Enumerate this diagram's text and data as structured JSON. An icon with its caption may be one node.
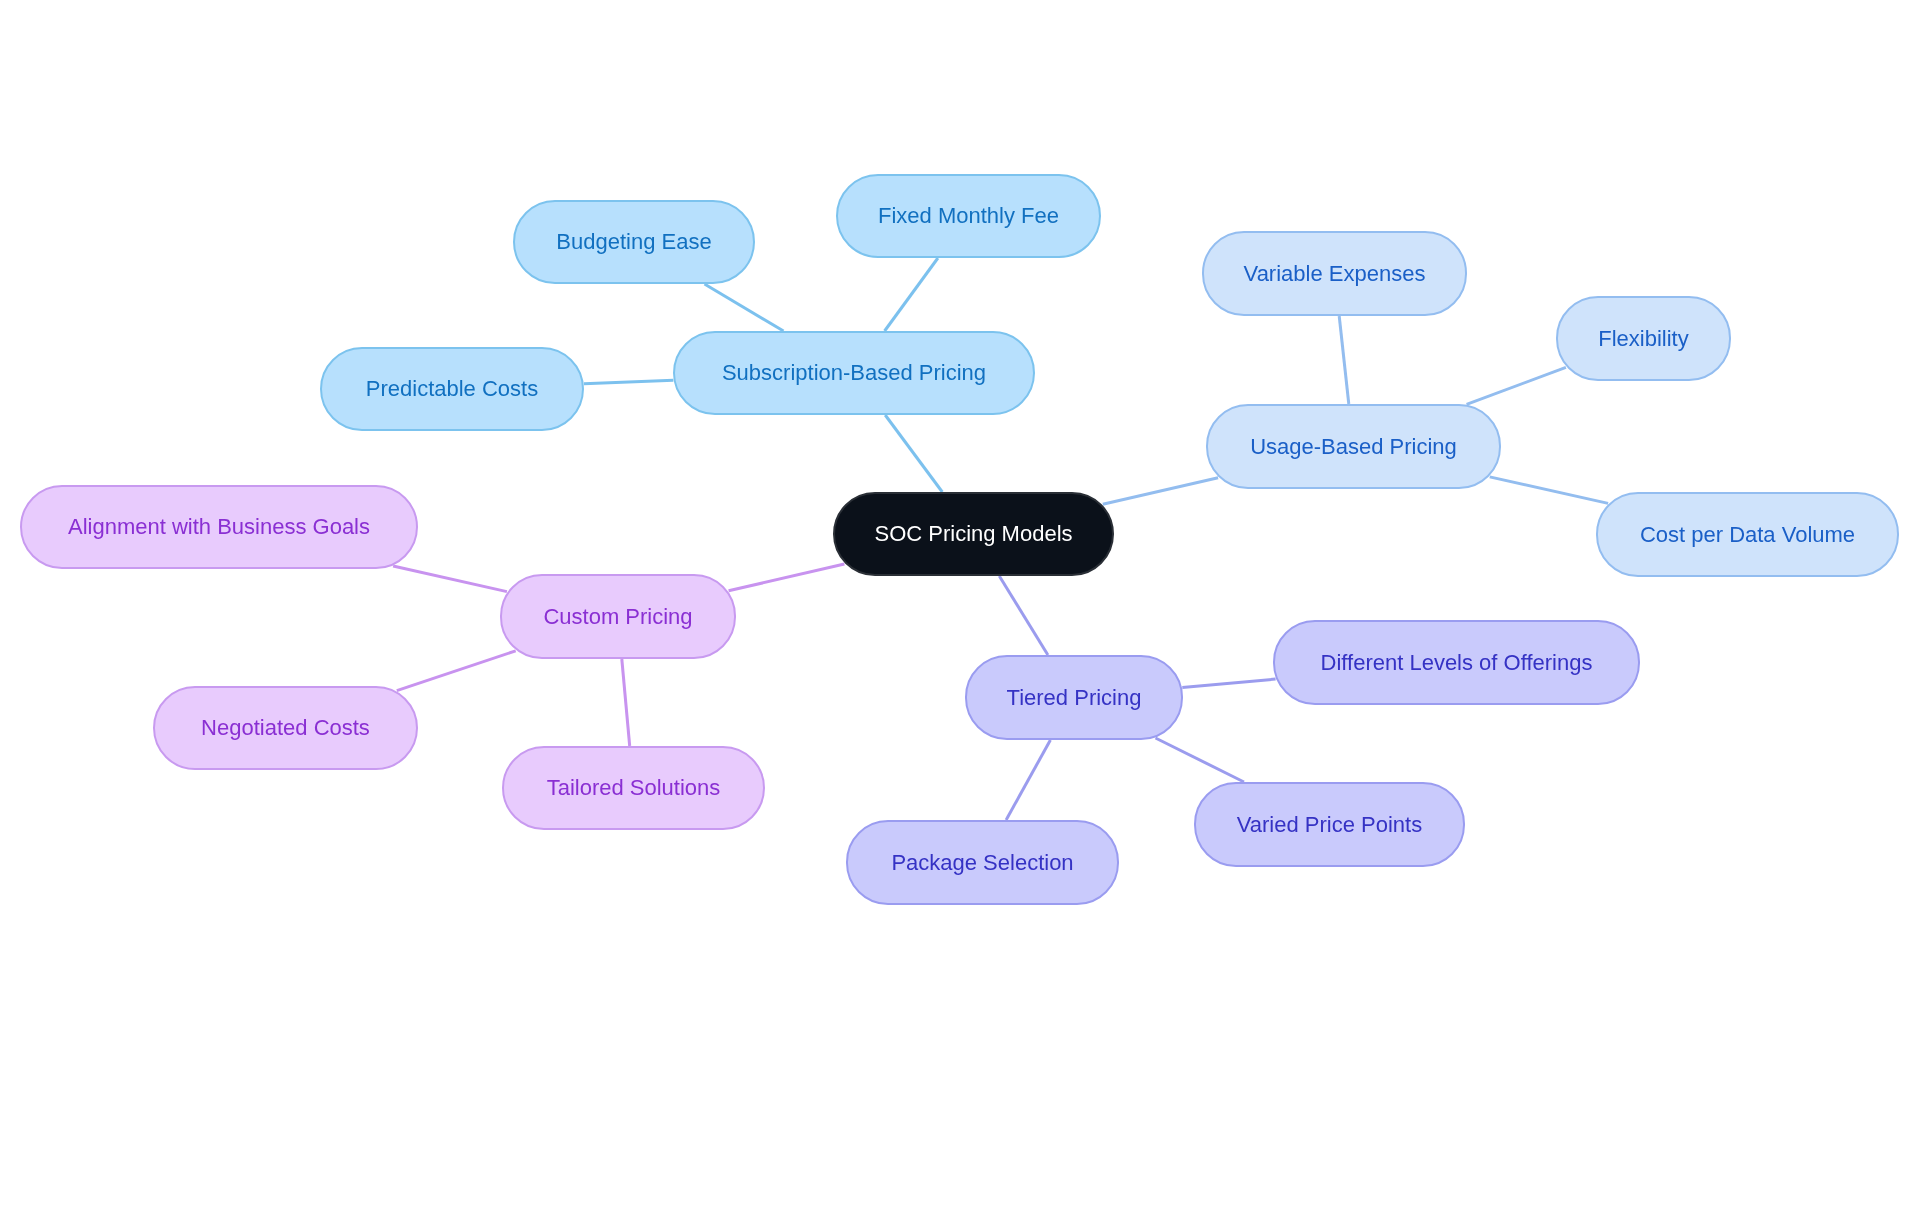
{
  "diagram": {
    "nodes": [
      {
        "text": [
          "SOC Pricing Models"
        ]
      },
      {
        "text": [
          "Subscription-Based Pricing"
        ]
      },
      {
        "text": [
          "Budgeting Ease"
        ]
      },
      {
        "text": [
          "Fixed Monthly Fee"
        ]
      },
      {
        "text": [
          "Predictable Costs"
        ]
      },
      {
        "text": [
          "Usage-Based Pricing"
        ]
      },
      {
        "text": [
          "Variable Expenses"
        ]
      },
      {
        "text": [
          "Flexibility"
        ]
      },
      {
        "text": [
          "Cost per Data Volume"
        ]
      },
      {
        "text": [
          "Custom Pricing"
        ]
      },
      {
        "text": [
          "Alignment with Business Goals"
        ]
      },
      {
        "text": [
          "Negotiated Costs"
        ]
      },
      {
        "text": [
          "Tailored Solutions"
        ]
      },
      {
        "text": [
          "Tiered Pricing"
        ]
      },
      {
        "text": [
          "Different Levels of Offerings"
        ]
      },
      {
        "text": [
          "Varied Price Points"
        ]
      },
      {
        "text": [
          "Package Selection"
        ]
      }
    ],
    "edges": [
      {
        "from": 0,
        "to": 1,
        "arrow": "none",
        "color": "#7cc1ee"
      },
      {
        "from": 1,
        "to": 2,
        "arrow": "none",
        "color": "#7cc1ee"
      },
      {
        "from": 1,
        "to": 3,
        "arrow": "none",
        "color": "#7cc1ee"
      },
      {
        "from": 1,
        "to": 4,
        "arrow": "none",
        "color": "#7cc1ee"
      },
      {
        "from": 0,
        "to": 5,
        "arrow": "none",
        "color": "#93bdef"
      },
      {
        "from": 5,
        "to": 6,
        "arrow": "none",
        "color": "#93bdef"
      },
      {
        "from": 5,
        "to": 7,
        "arrow": "none",
        "color": "#93bdef"
      },
      {
        "from": 5,
        "to": 8,
        "arrow": "none",
        "color": "#93bdef"
      },
      {
        "from": 0,
        "to": 9,
        "arrow": "none",
        "color": "#c893ef"
      },
      {
        "from": 9,
        "to": 10,
        "arrow": "none",
        "color": "#c893ef"
      },
      {
        "from": 9,
        "to": 11,
        "arrow": "none",
        "color": "#c893ef"
      },
      {
        "from": 9,
        "to": 12,
        "arrow": "none",
        "color": "#c893ef"
      },
      {
        "from": 0,
        "to": 13,
        "arrow": "none",
        "color": "#9b9cee"
      },
      {
        "from": 13,
        "to": 14,
        "arrow": "none",
        "color": "#9b9cee"
      },
      {
        "from": 13,
        "to": 15,
        "arrow": "none",
        "color": "#9b9cee"
      },
      {
        "from": 13,
        "to": 16,
        "arrow": "none",
        "color": "#9b9cee"
      }
    ]
  }
}
